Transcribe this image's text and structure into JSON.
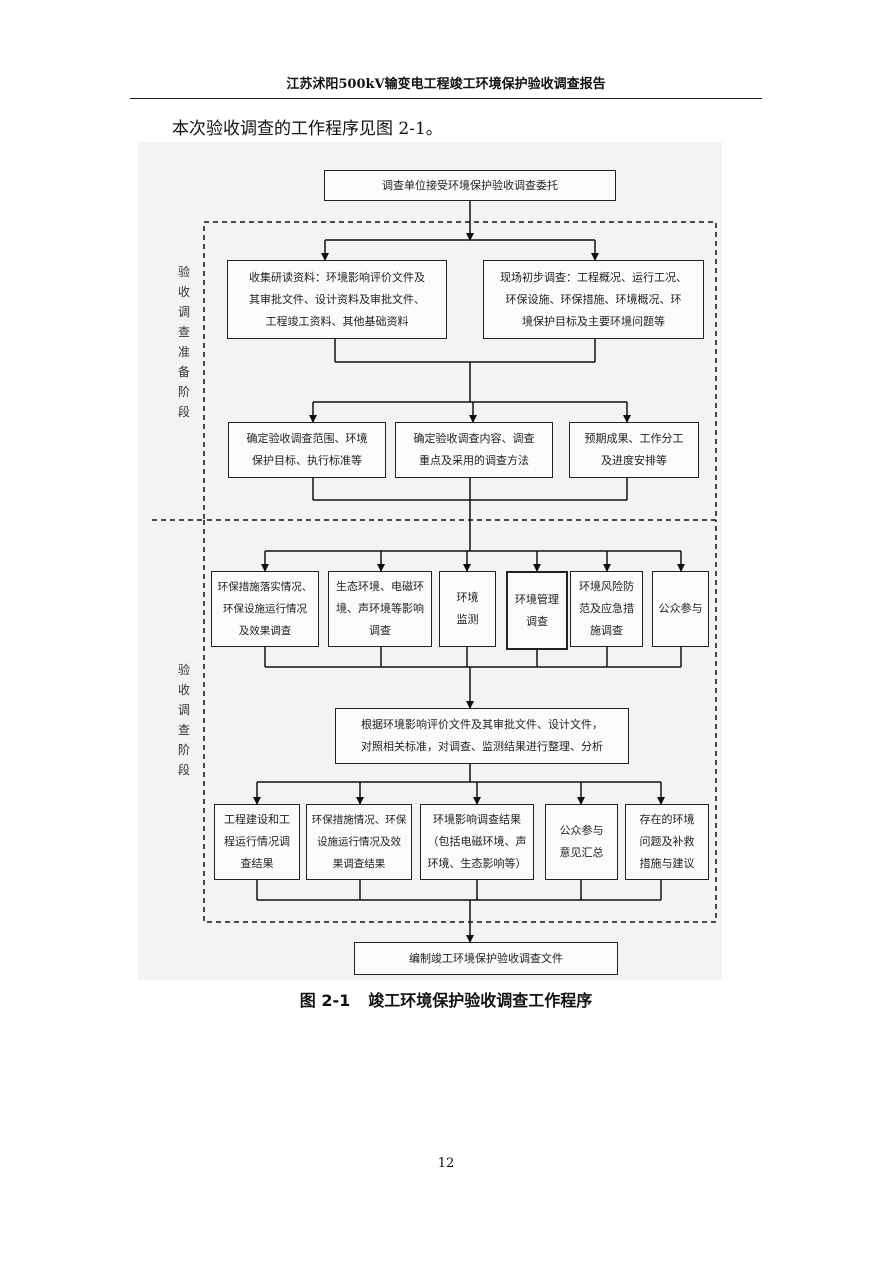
{
  "header": {
    "title": "江苏沭阳500kV输变电工程竣工环境保护验收调查报告"
  },
  "intro": "本次验收调查的工作程序见图 2-1。",
  "flowchart": {
    "top": "调查单位接受环境保护验收调查委托",
    "stage1": {
      "label": "验收调查准备阶段",
      "collect": [
        "收集研读资料：环境影响评价文件及",
        "其审批文件、设计资料及审批文件、",
        "工程竣工资料、其他基础资料"
      ],
      "survey": [
        "现场初步调查：工程概况、运行工况、",
        "环保设施、环保措施、环境概况、环",
        "境保护目标及主要环境问题等"
      ],
      "determine": [
        [
          "确定验收调查范围、环境",
          "保护目标、执行标准等"
        ],
        [
          "确定验收调查内容、调查",
          "重点及采用的调查方法"
        ],
        [
          "预期成果、工作分工",
          "及进度安排等"
        ]
      ]
    },
    "stage2": {
      "label": "验收调查阶段",
      "investigate": [
        [
          "环保措施落实情况、",
          "环保设施运行情况",
          "及效果调查"
        ],
        [
          "生态环境、电磁环",
          "境、声环境等影响",
          "调查"
        ],
        [
          "环境",
          "监测"
        ],
        [
          "环境管理",
          "调查"
        ],
        [
          "环境风险防",
          "范及应急措",
          "施调查"
        ],
        [
          "公众参与"
        ]
      ],
      "analyze": [
        "根据环境影响评价文件及其审批文件、设计文件，",
        "对照相关标准，对调查、监测结果进行整理、分析"
      ],
      "results": [
        [
          "工程建设和工",
          "程运行情况调",
          "查结果"
        ],
        [
          "环保措施情况、环保",
          "设施运行情况及效",
          "果调查结果"
        ],
        [
          "环境影响调查结果",
          "（包括电磁环境、声",
          "环境、生态影响等）"
        ],
        [
          "公众参与",
          "意见汇总"
        ],
        [
          "存在的环境",
          "问题及补救",
          "措施与建议"
        ]
      ]
    },
    "final": "编制竣工环境保护验收调查文件"
  },
  "caption": {
    "number": "图 2-1",
    "title": "竣工环境保护验收调查工作程序"
  },
  "page_number": "12"
}
